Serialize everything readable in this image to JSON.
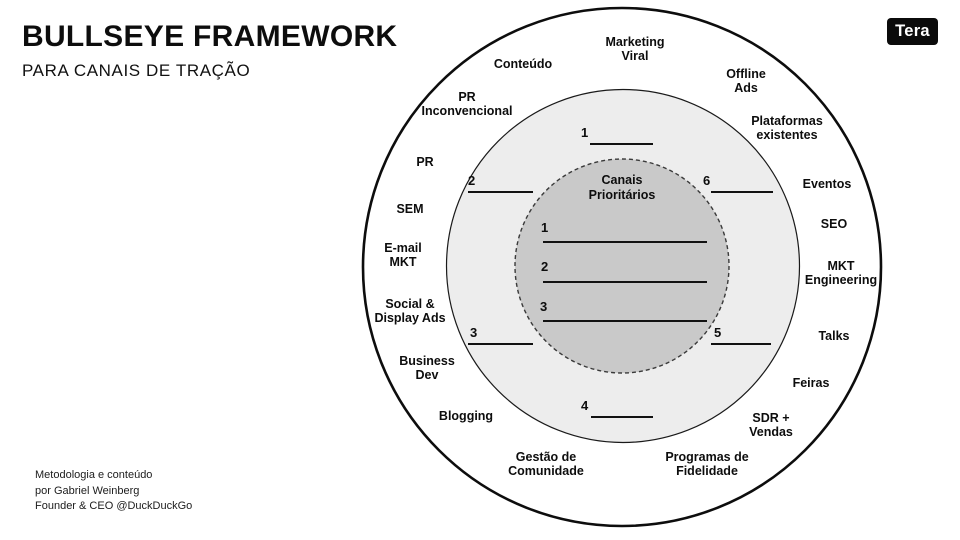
{
  "slide": {
    "title": "BULLSEYE FRAMEWORK",
    "subtitle": "PARA CANAIS DE TRAÇÃO",
    "logo_text": "Tera",
    "credits": {
      "line1": "Metodologia e conteúdo",
      "line2": "por Gabriel Weinberg",
      "line3": "Founder & CEO @DuckDuckGo"
    }
  },
  "diagram": {
    "inner_title": "Canais\nPrioritários",
    "inner_slots": [
      {
        "number": "1"
      },
      {
        "number": "2"
      },
      {
        "number": "3"
      }
    ],
    "middle_slots": [
      {
        "number": "1"
      },
      {
        "number": "2"
      },
      {
        "number": "3"
      },
      {
        "number": "4"
      },
      {
        "number": "5"
      },
      {
        "number": "6"
      }
    ],
    "channels": [
      {
        "text": "Marketing\nViral"
      },
      {
        "text": "Offline\nAds"
      },
      {
        "text": "Plataformas\nexistentes"
      },
      {
        "text": "Eventos"
      },
      {
        "text": "SEO"
      },
      {
        "text": "MKT\nEngineering"
      },
      {
        "text": "Talks"
      },
      {
        "text": "Feiras"
      },
      {
        "text": "SDR +\nVendas"
      },
      {
        "text": "Programas de\nFidelidade"
      },
      {
        "text": "Gestão de\nComunidade"
      },
      {
        "text": "Blogging"
      },
      {
        "text": "Business\nDev"
      },
      {
        "text": "Social &\nDisplay Ads"
      },
      {
        "text": "E-mail\nMKT"
      },
      {
        "text": "SEM"
      },
      {
        "text": "PR"
      },
      {
        "text": "PR\nInconvencional"
      },
      {
        "text": "Conteúdo"
      }
    ],
    "colors": {
      "outer_ring": "#ffffff",
      "middle_ring": "#ededed",
      "inner_circle": "#c9c9c9",
      "ink": "#111111"
    }
  }
}
